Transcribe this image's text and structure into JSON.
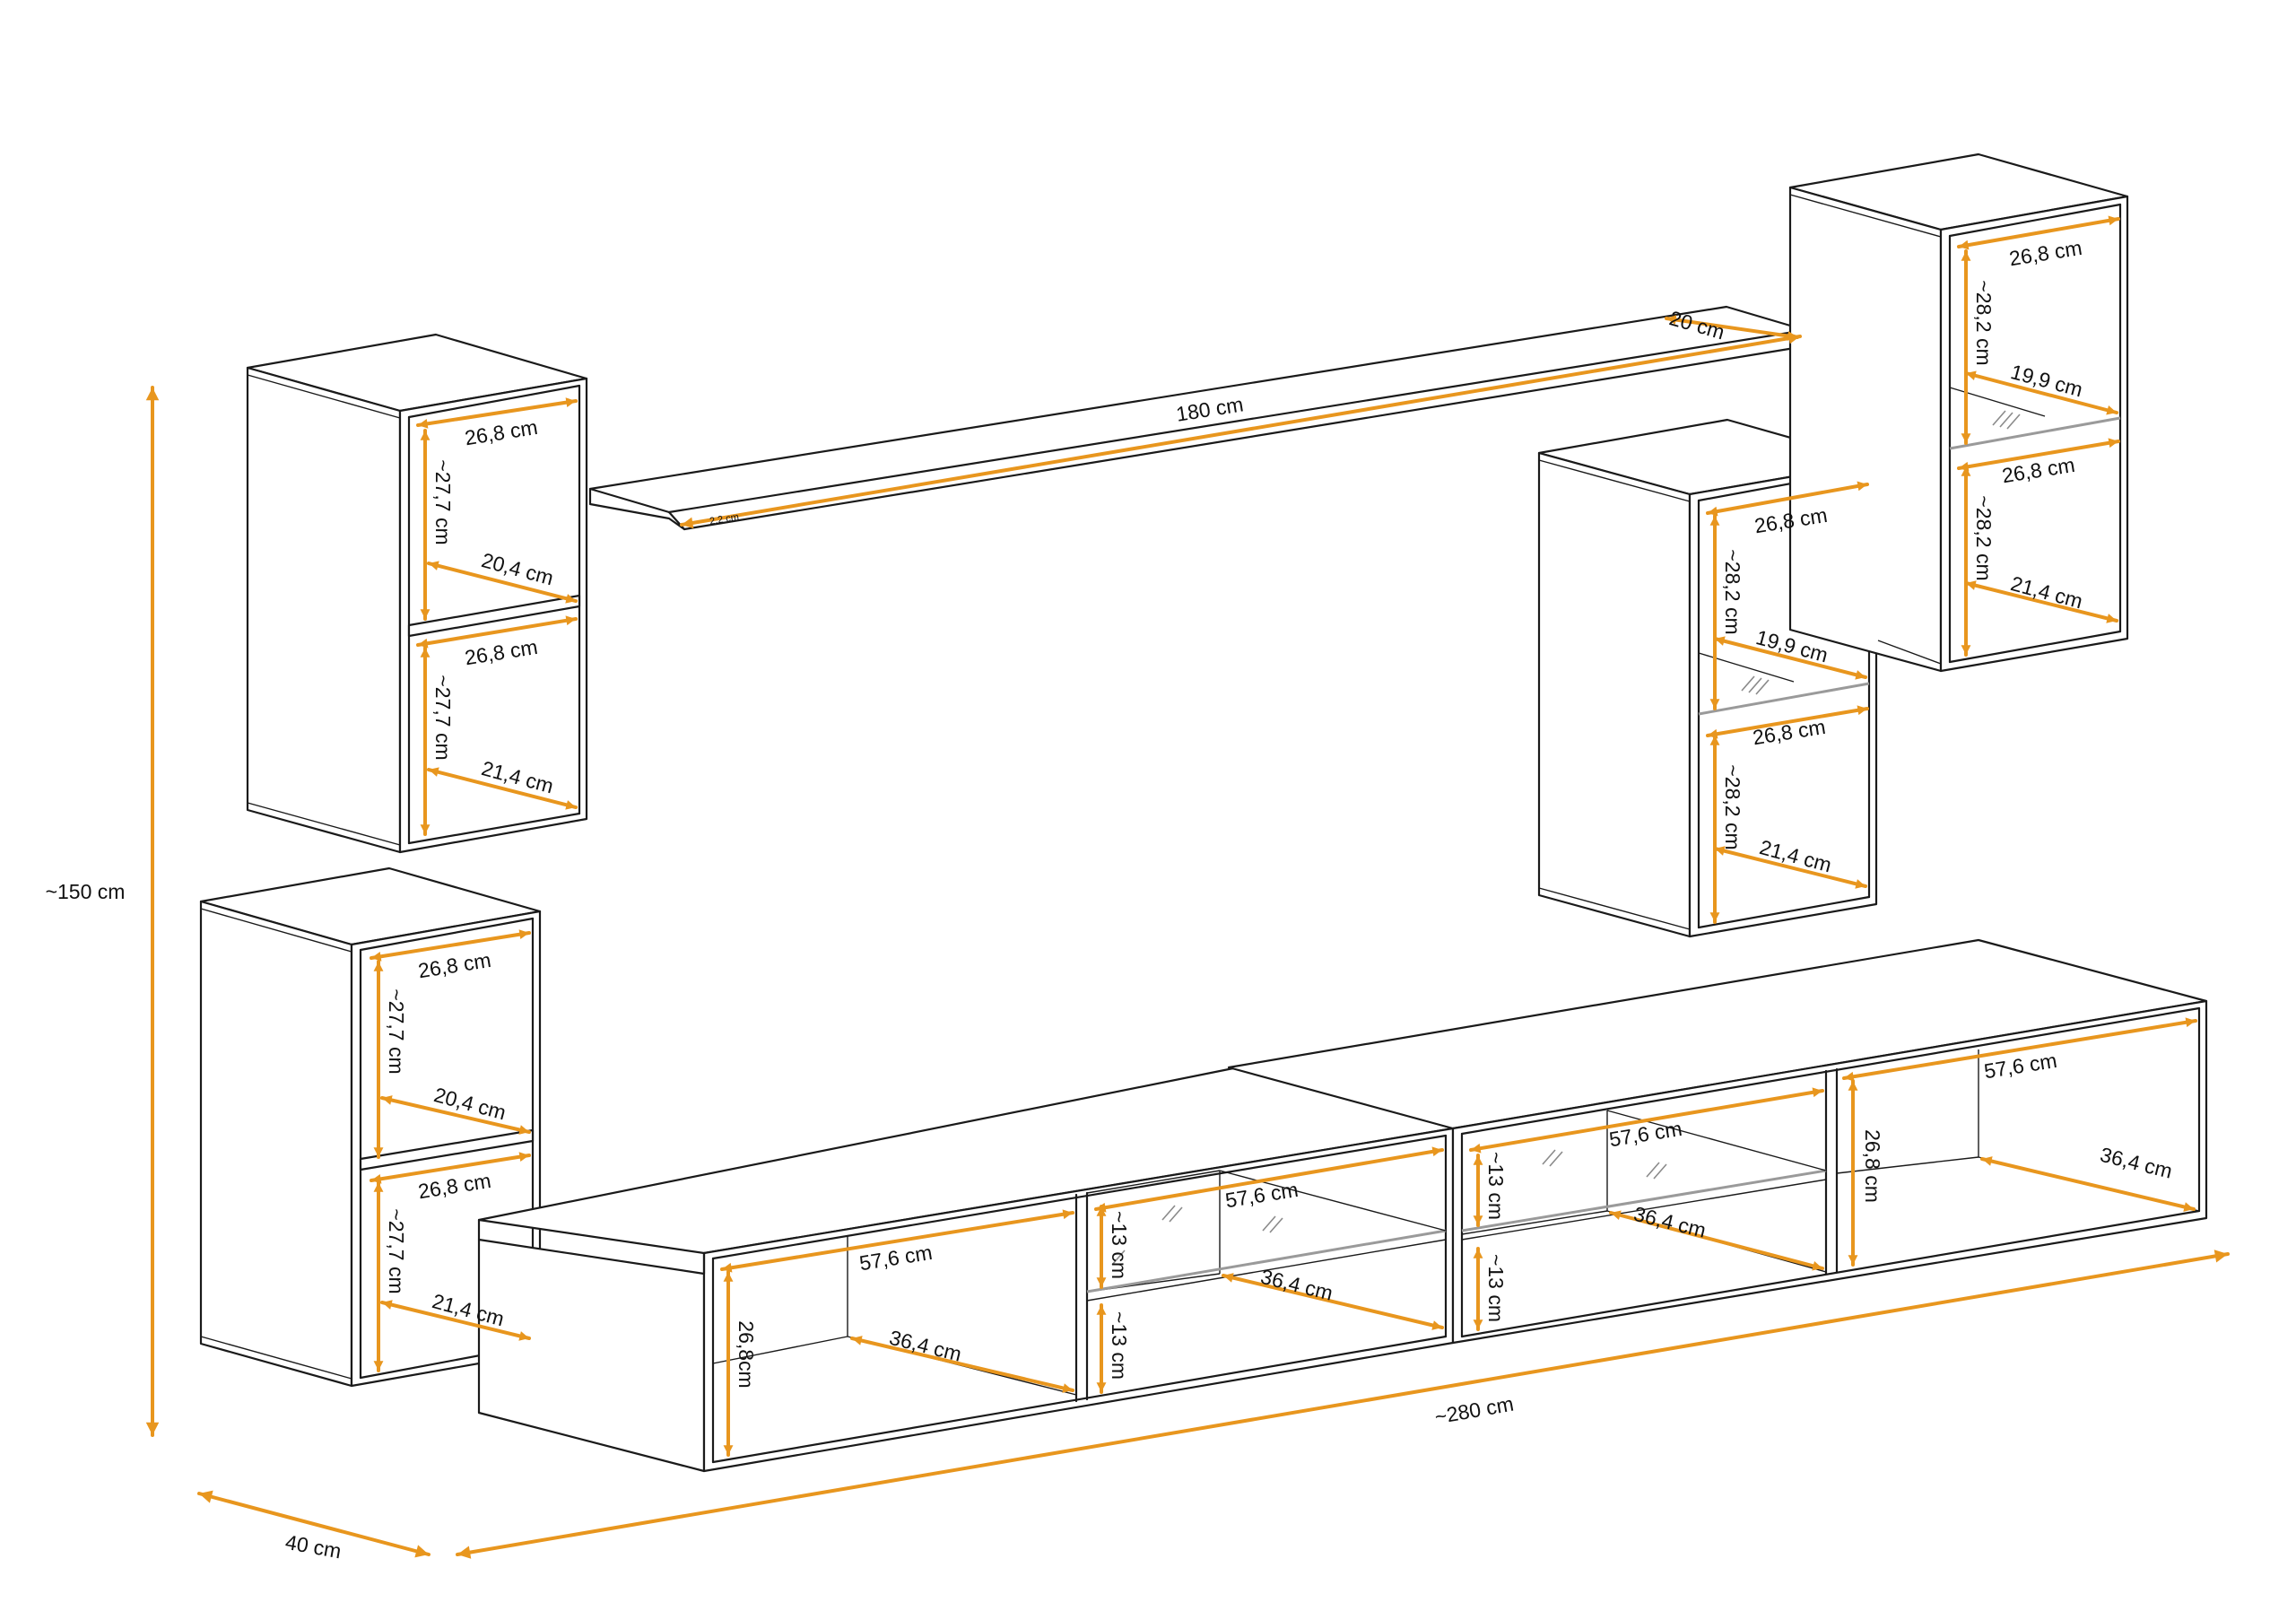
{
  "diagram": {
    "labels": {
      "total_height": "~150 cm",
      "total_width": "~280 cm",
      "depth": "40 cm",
      "shelf_length": "180 cm",
      "shelf_depth": "20 cm",
      "shelf_thickness": "2,2 cm",
      "inner_width": "26,8 cm",
      "inner_height_left": "~27,7 cm",
      "inner_height_right": "~28,2 cm",
      "depth_top_left": "20,4 cm",
      "depth_bottom": "21,4 cm",
      "glass_depth": "19,9 cm",
      "tv_width": "57,6 cm",
      "tv_depth": "36,4 cm",
      "tv_height": "26,8cm",
      "tv_height_right": "26,8 cm",
      "half_height": "~13 cm"
    },
    "colors": {
      "dimension_line": "#e8961e",
      "outline": "#1a1a1a",
      "glass": "#9a9a9a"
    }
  }
}
